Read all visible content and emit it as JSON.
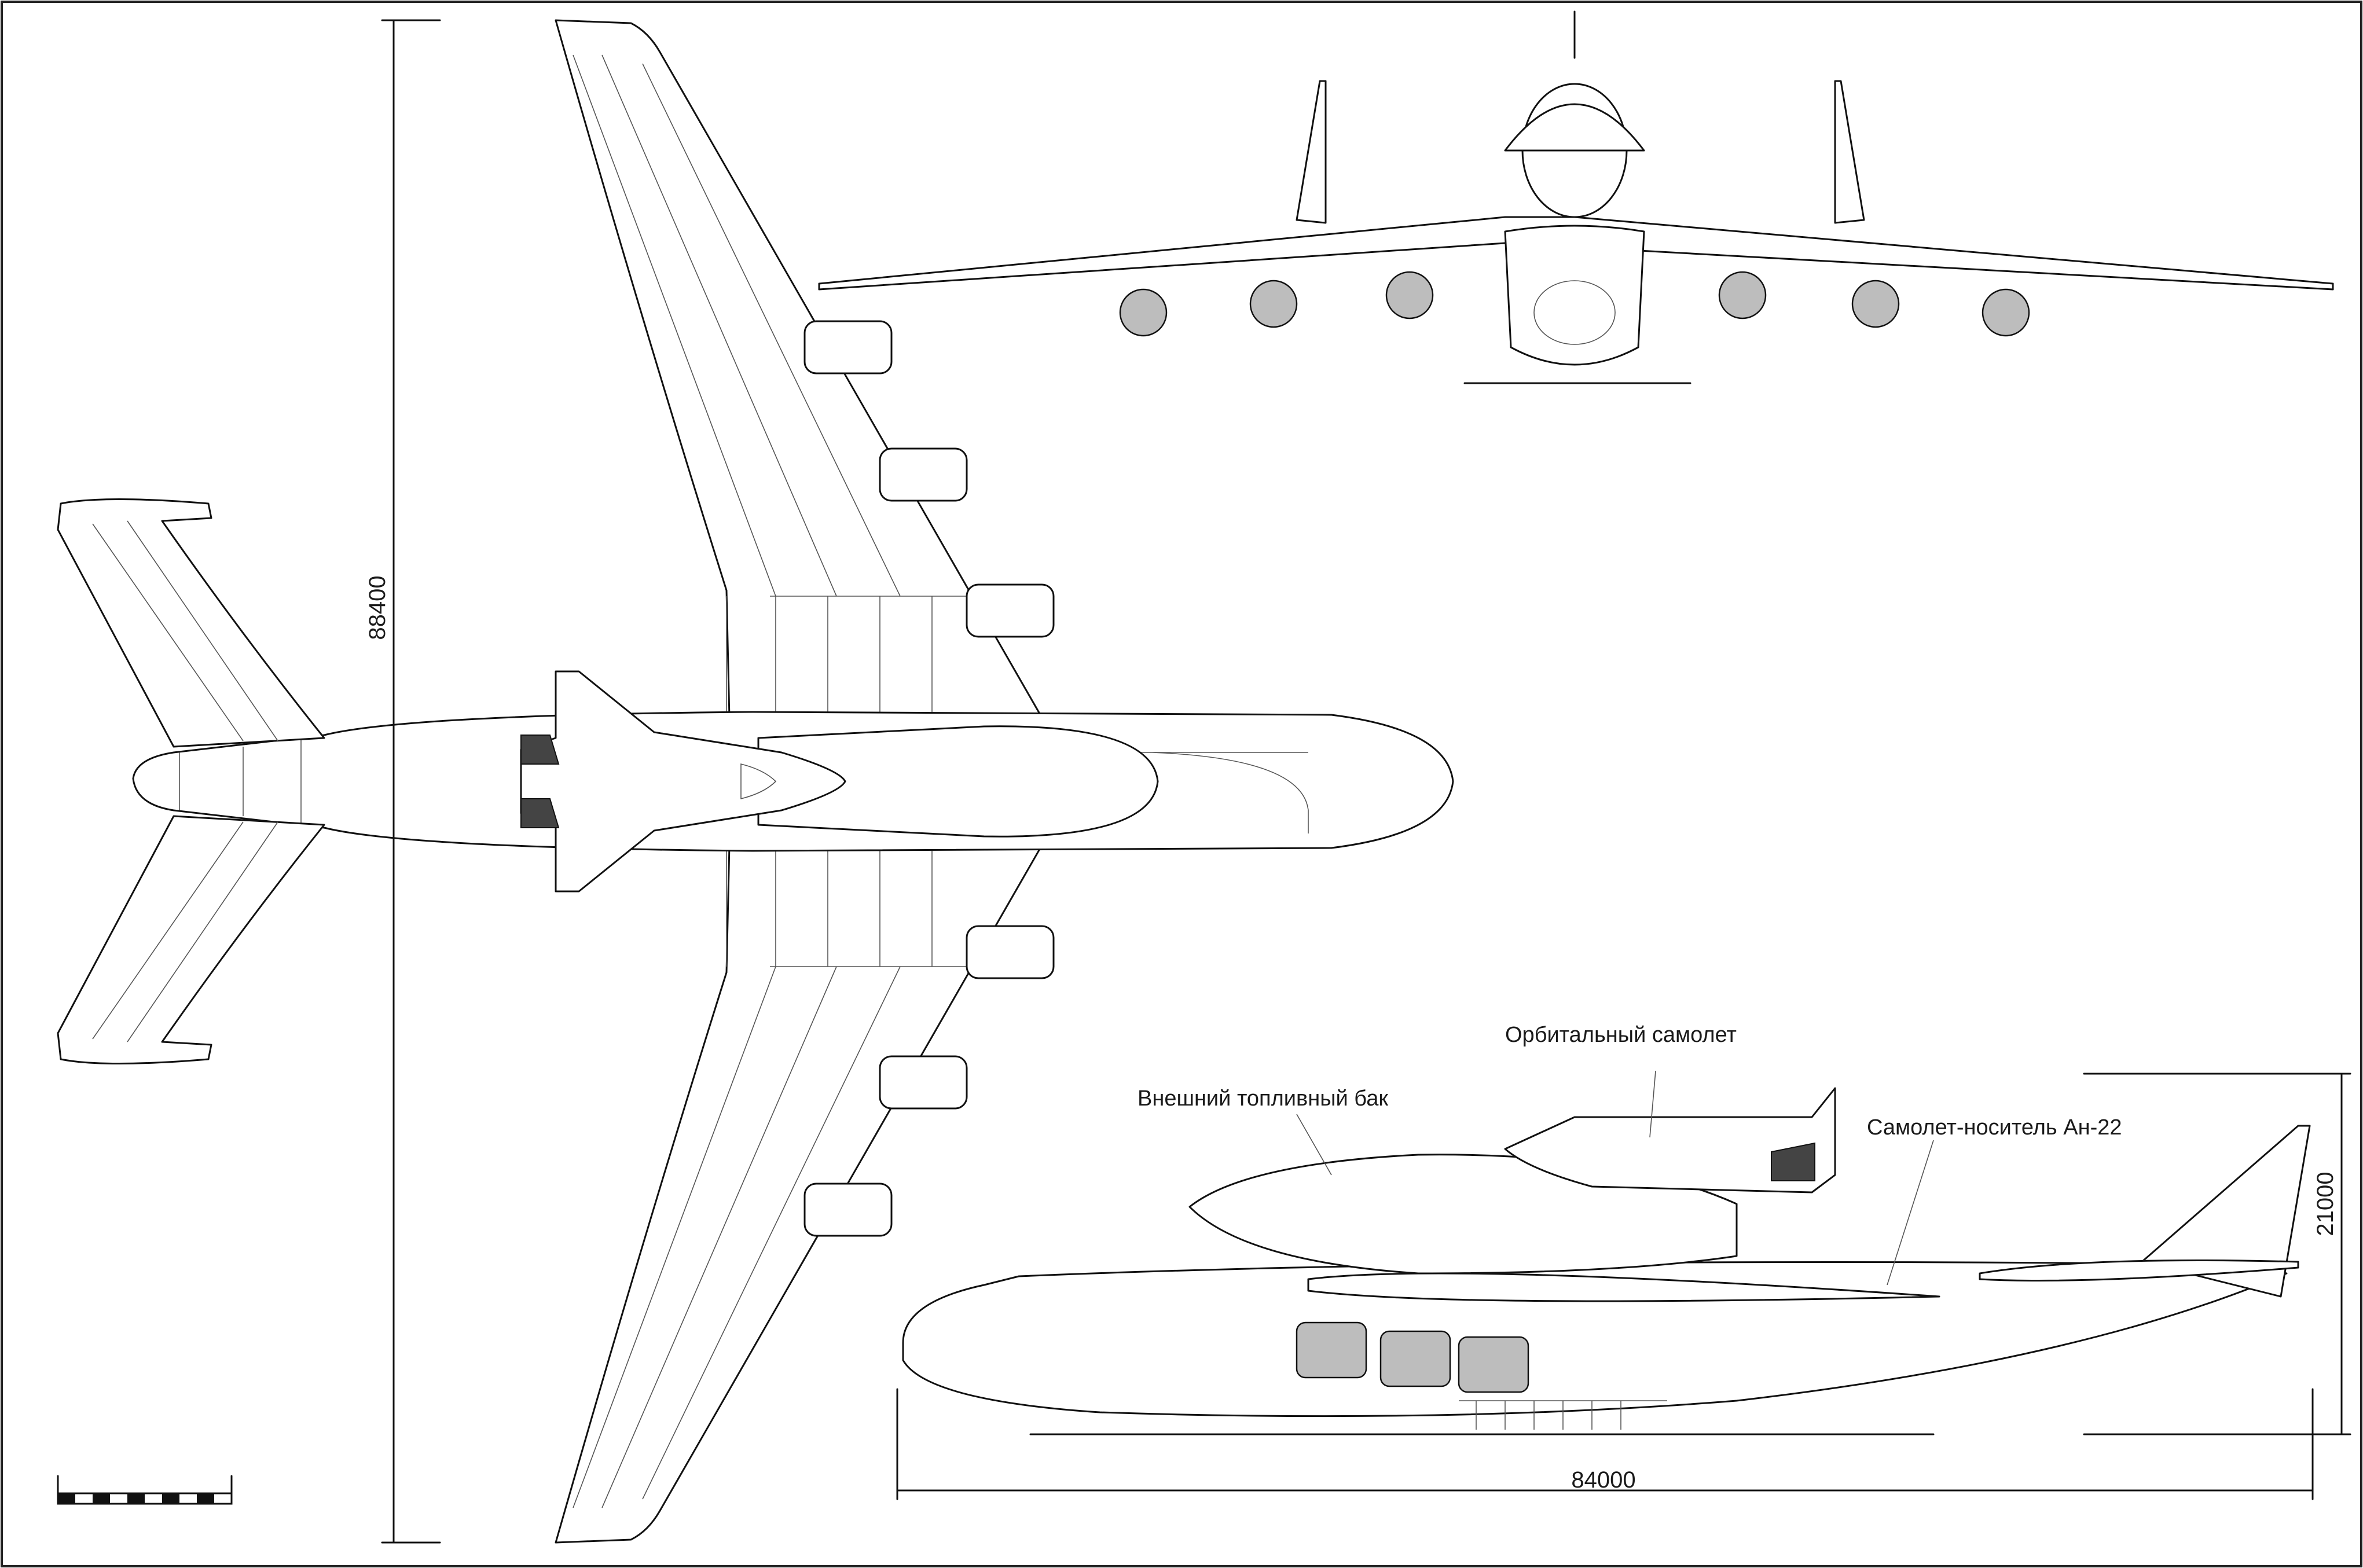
{
  "labels": {
    "orbiter": "Орбитальный самолет",
    "tank": "Внешний топливный бак",
    "carrier": "Самолет-носитель Ан-22"
  },
  "dimensions": {
    "wingspan": "88400",
    "length": "84000",
    "height": "21000"
  }
}
